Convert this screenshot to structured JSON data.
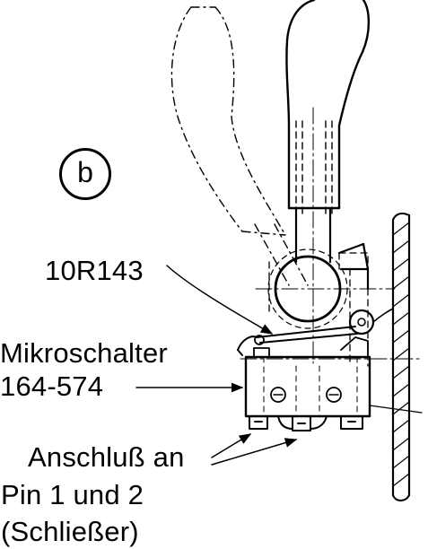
{
  "figure": {
    "marker": "b",
    "labels": {
      "part_number": "10R143",
      "switch_name": "Mikroschalter",
      "switch_number": "164-574",
      "connection_line1": "Anschluß an",
      "connection_line2": "Pin 1 und 2",
      "connection_line3": "(Schließer)"
    }
  }
}
